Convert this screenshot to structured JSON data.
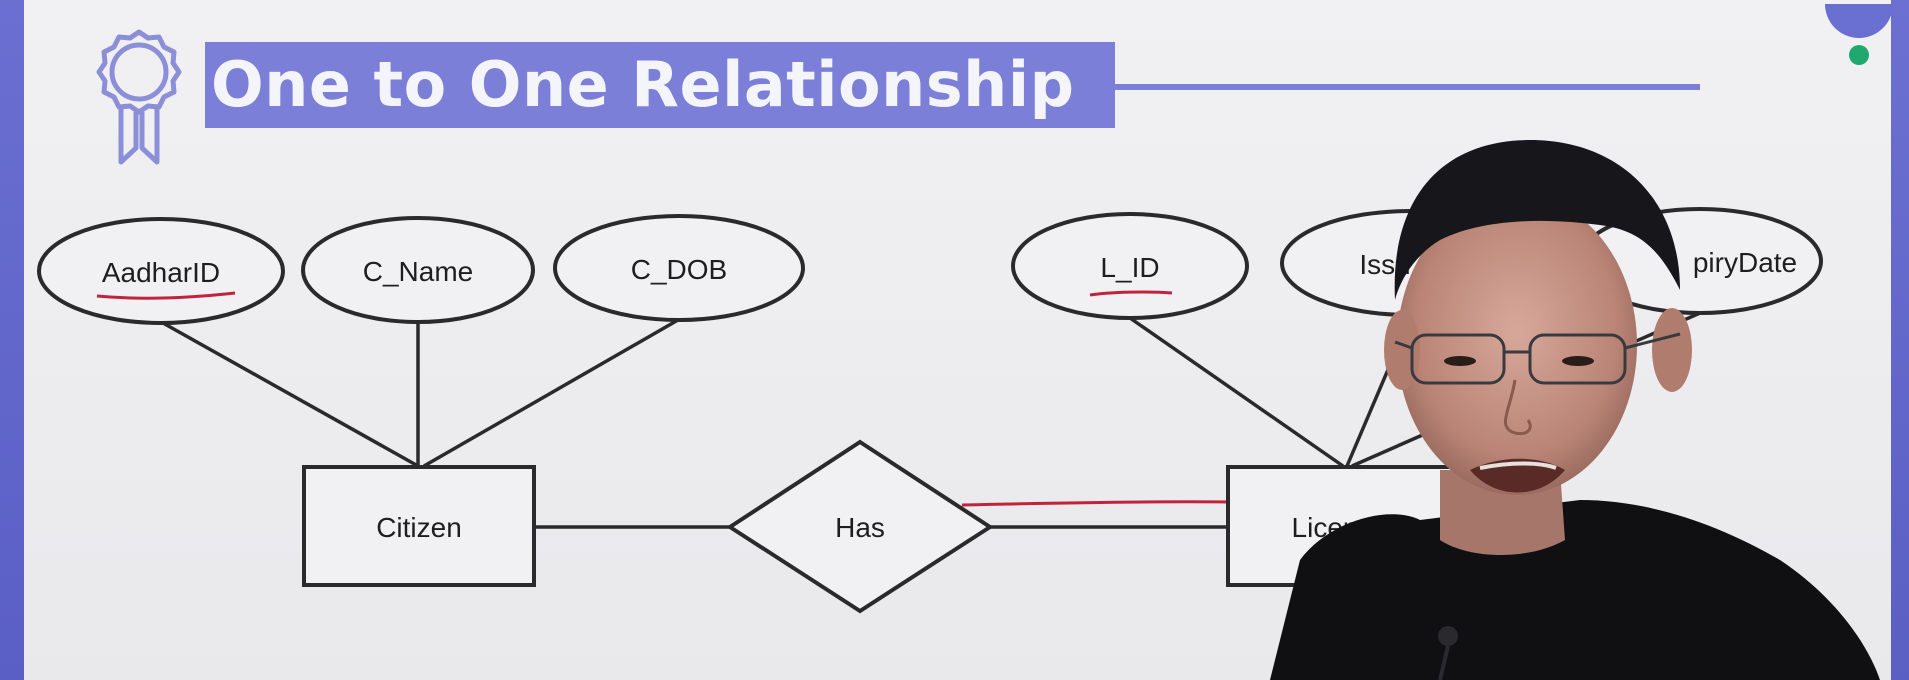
{
  "slide": {
    "title": "One to One Relationship",
    "title_icon": "award-ribbon-icon",
    "brand_icon": "unacademy-logo-icon"
  },
  "diagram": {
    "entities": [
      {
        "id": "citizen",
        "label": "Citizen"
      },
      {
        "id": "license",
        "label": "Licen"
      }
    ],
    "relationship": {
      "id": "has",
      "label": "Has"
    },
    "attributes": [
      {
        "id": "aadhar-id",
        "label": "AadharID",
        "entity": "citizen",
        "primary_key": true
      },
      {
        "id": "c-name",
        "label": "C_Name",
        "entity": "citizen",
        "primary_key": false
      },
      {
        "id": "c-dob",
        "label": "C_DOB",
        "entity": "citizen",
        "primary_key": false
      },
      {
        "id": "l-id",
        "label": "L_ID",
        "entity": "license",
        "primary_key": true
      },
      {
        "id": "issue-date",
        "label": "Issu",
        "entity": "license",
        "primary_key": false
      },
      {
        "id": "expiry-date",
        "label": "piryDate",
        "entity": "license",
        "primary_key": false
      }
    ]
  },
  "colors": {
    "accent": "#7b7fd8",
    "underline": "#c0243c",
    "stroke": "#2a2a2a"
  }
}
